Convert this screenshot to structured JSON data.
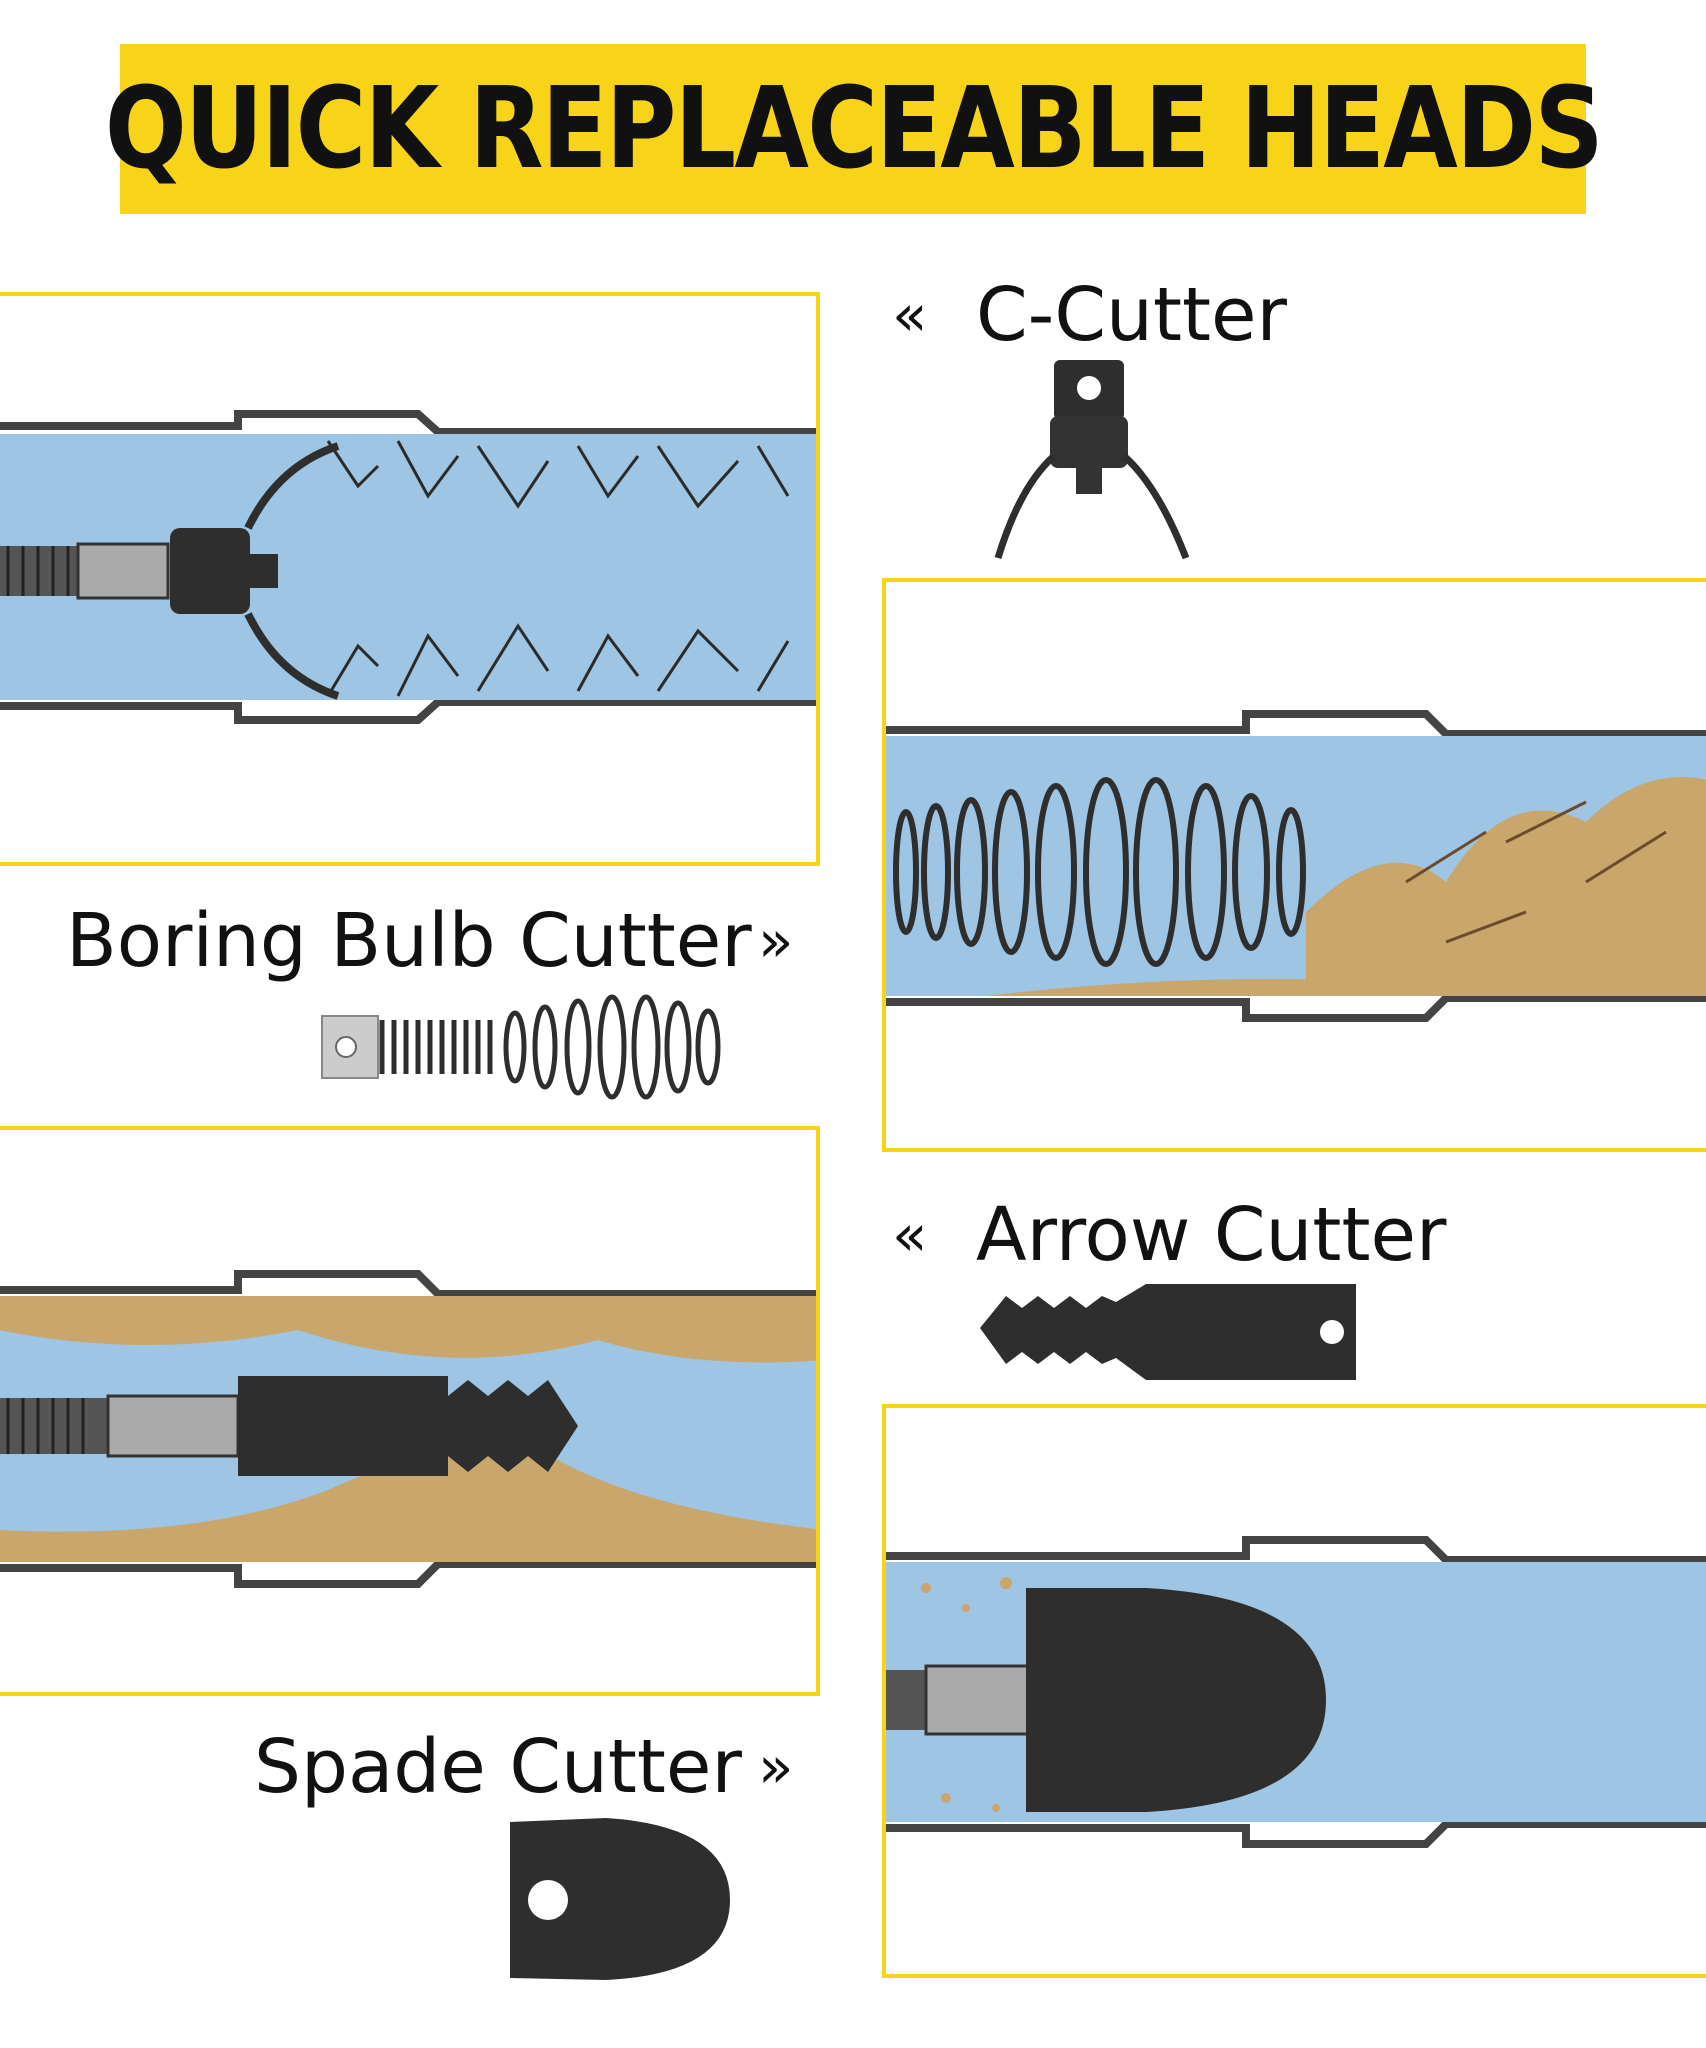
{
  "banner": {
    "title": "QUICK REPLACEABLE HEADS"
  },
  "cutters": {
    "c_cutter": {
      "label": "C-Cutter"
    },
    "boring_bulb": {
      "label": "Boring Bulb Cutter"
    },
    "arrow": {
      "label": "Arrow Cutter"
    },
    "spade": {
      "label": "Spade Cutter"
    }
  },
  "icons": {
    "left_arrow": "«",
    "right_arrow": "»"
  },
  "colors": {
    "accent": "#f7d417",
    "water": "#9ec5e3",
    "debris": "#c9a66b",
    "steel": "#3a3a3a"
  }
}
